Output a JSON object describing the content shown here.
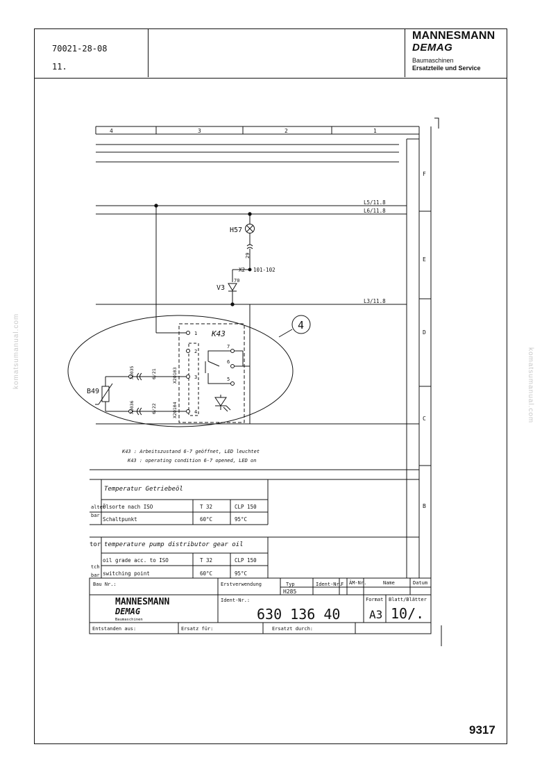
{
  "header": {
    "doc_number": "70021-28-08",
    "sheet": "11.",
    "company": "MANNESMANN",
    "brand": "DEMAG",
    "division": "Baumaschinen",
    "department": "Ersatzteile und Service"
  },
  "watermark": "komatsumanual.com",
  "footer_code": "9317",
  "diagram": {
    "column_labels": [
      "4",
      "3",
      "2",
      "1"
    ],
    "row_labels": [
      "F",
      "E",
      "D",
      "C",
      "B"
    ],
    "lines": [
      "L5/11.8",
      "L6/11.8",
      "L3/11.8"
    ],
    "components": {
      "lamp": "H57",
      "diode": "V3",
      "relay": "K43",
      "sensor": "B49",
      "callout": "4"
    },
    "terminals": {
      "x2_29": "29",
      "x2_block": "X2",
      "x2_range": "101-102",
      "x2_70": "70",
      "x3_35": "X3035",
      "x3_36": "X3036",
      "w_121": "6/21",
      "w_122": "6/22",
      "x2_103": "X2O103",
      "x2_104": "X2O104"
    },
    "relay_pins": [
      "1",
      "2",
      "3",
      "4",
      "7",
      "6",
      "5"
    ],
    "notes": [
      "K43 : Arbeitszustand 6-7 geöffnet, LED leuchtet",
      "K43 : operating condition 6-7 opened, LED on"
    ]
  },
  "tables": {
    "de": {
      "title": "Temperatur Getriebeöl",
      "side_labels": [
        "alter",
        "bar"
      ],
      "rows": [
        {
          "label": "Ölsorte nach ISO",
          "v1": "T 32",
          "v2": "CLP 150"
        },
        {
          "label": "Schaltpunkt",
          "v1": "60°C",
          "v2": "95°C"
        }
      ]
    },
    "en": {
      "title": "temperature pump distributor gear oil",
      "side_labels": [
        "tor",
        "tch",
        "bar"
      ],
      "rows": [
        {
          "label": "oil grade acc. to ISO",
          "v1": "T 32",
          "v2": "CLP 150"
        },
        {
          "label": "switching point",
          "v1": "60°C",
          "v2": "95°C"
        }
      ]
    }
  },
  "title_block": {
    "bau_nr": "Bau Nr.:",
    "erstverwendung": "Erstverwendung",
    "typ_label": "Typ",
    "typ": "H285",
    "ident_label": "Ident-Nr.",
    "f_label": "F",
    "am_nr": "ÄM-Nr.",
    "name": "Name",
    "datum": "Datum",
    "company": "MANNESMANN",
    "brand": "DEMAG",
    "division": "Baumaschinen",
    "ident_nr_label": "Ident-Nr.:",
    "ident_nr": "630 136 40",
    "format_label": "Format",
    "format": "A3",
    "blatt_label": "Blatt/Blätter",
    "blatt": "10/.",
    "entstanden": "Entstanden aus:",
    "ersatz_fuer": "Ersatz für:",
    "ersatzt_durch": "Ersatzt durch:"
  }
}
